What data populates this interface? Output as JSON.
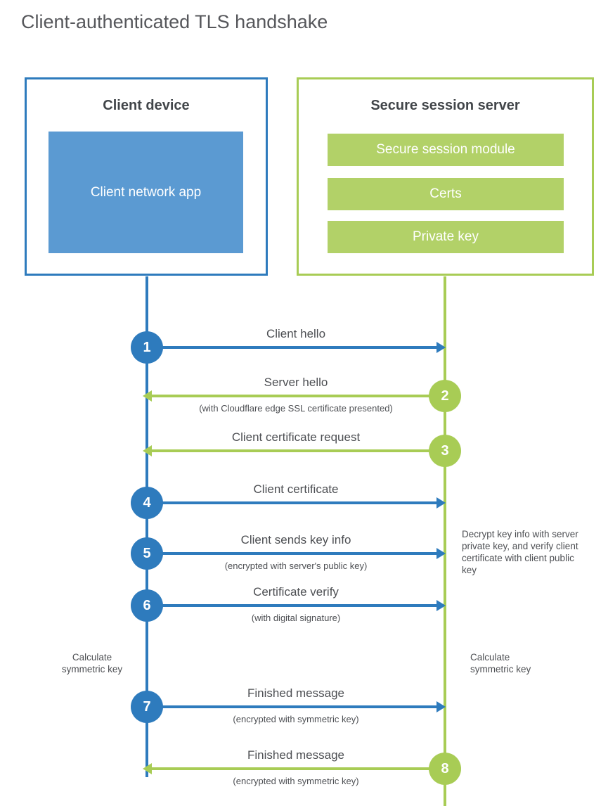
{
  "title": "Client-authenticated TLS handshake",
  "colors": {
    "blue": "#2e7bbd",
    "blue_fill": "#5b9ad2",
    "green": "#a8cc55",
    "green_fill": "#b2d168",
    "text": "#4d4f53"
  },
  "client": {
    "box_title": "Client device",
    "inner_label": "Client network app"
  },
  "server": {
    "box_title": "Secure session server",
    "modules": [
      "Secure session module",
      "Certs",
      "Private key"
    ]
  },
  "steps": [
    {
      "num": "1",
      "from": "client",
      "to": "server",
      "label": "Client hello",
      "sub": ""
    },
    {
      "num": "2",
      "from": "server",
      "to": "client",
      "label": "Server hello",
      "sub": "(with Cloudflare edge SSL certificate presented)"
    },
    {
      "num": "3",
      "from": "server",
      "to": "client",
      "label": "Client certificate request",
      "sub": ""
    },
    {
      "num": "4",
      "from": "client",
      "to": "server",
      "label": "Client certificate",
      "sub": ""
    },
    {
      "num": "5",
      "from": "client",
      "to": "server",
      "label": "Client sends key info",
      "sub": "(encrypted with server's public key)"
    },
    {
      "num": "6",
      "from": "client",
      "to": "server",
      "label": "Certificate verify",
      "sub": "(with digital signature)"
    },
    {
      "num": "7",
      "from": "client",
      "to": "server",
      "label": "Finished message",
      "sub": "(encrypted with symmetric key)"
    },
    {
      "num": "8",
      "from": "server",
      "to": "client",
      "label": "Finished message",
      "sub": "(encrypted with symmetric key)"
    }
  ],
  "notes": {
    "decrypt": "Decrypt key info with server private key, and verify client certificate with client public key",
    "calc_client": "Calculate symmetric key",
    "calc_server": "Calculate symmetric key"
  }
}
